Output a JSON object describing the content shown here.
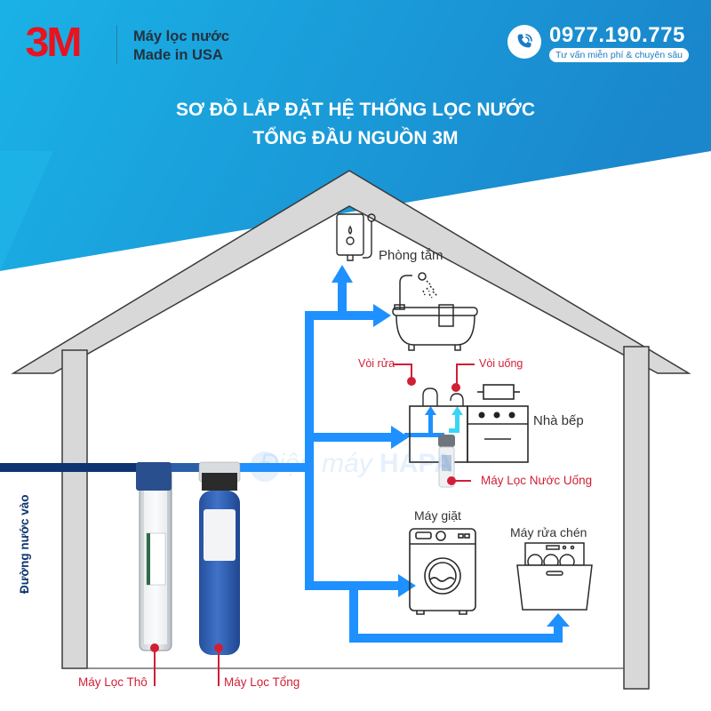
{
  "header": {
    "brand_logo": "3M",
    "brand_line1": "Máy lọc nước",
    "brand_line2": "Made in USA",
    "phone_icon": "phone-call-icon",
    "phone_number": "0977.190.775",
    "phone_tagline": "Tư vấn miễn phí & chuyên sâu"
  },
  "title": {
    "line1": "SƠ ĐỒ LẮP ĐẶT HỆ THỐNG LỌC NƯỚC",
    "line2": "TỔNG ĐẦU NGUỒN 3M"
  },
  "colors": {
    "header_gradient_start": "#1ab2e6",
    "header_gradient_end": "#1a86cc",
    "pipe_filtered": "#1e90ff",
    "pipe_inlet": "#0d3470",
    "drinking_line": "#38d6f5",
    "callout_red": "#d11f36",
    "wall_fill": "#d8d8d8",
    "brand_red": "#e8131f"
  },
  "diagram": {
    "inlet_label": "Đường nước vào",
    "watermark": {
      "prefix": "Điện máy ",
      "brand": "HAPA"
    },
    "filters": [
      {
        "name": "coarse_filter",
        "label": "Máy Lọc Thô"
      },
      {
        "name": "whole_house_filter",
        "label": "Máy Lọc Tổng"
      }
    ],
    "rooms": {
      "bathroom": {
        "label": "Phòng tắm",
        "items": [
          "water-heater-icon",
          "bathtub-icon"
        ]
      },
      "kitchen": {
        "label": "Nhà bếp",
        "wash_faucet_label": "Vòi rửa",
        "drink_faucet_label": "Vòi uống",
        "drinking_filter_label": "Máy Lọc Nước Uống"
      },
      "washing_machine": {
        "label": "Máy giặt"
      },
      "dishwasher": {
        "label": "Máy rửa chén"
      }
    }
  }
}
